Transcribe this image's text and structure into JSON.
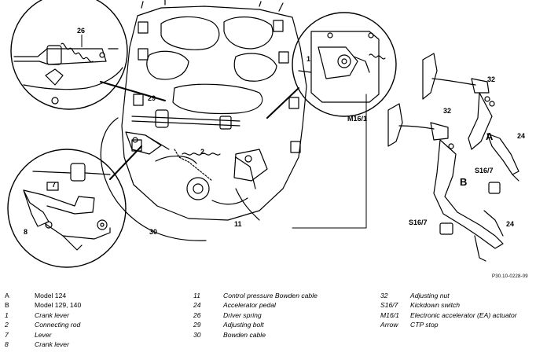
{
  "figure": {
    "callouts": {
      "c26": "26",
      "c1": "1",
      "c29": "29",
      "c2": "2",
      "c7": "7",
      "c8": "8",
      "c30": "30",
      "c11": "11",
      "cM161": "M16/1",
      "c32a": "32",
      "c32b": "32",
      "cA": "A",
      "cB": "B",
      "c24a": "24",
      "c24b": "24",
      "cS167a": "S16/7",
      "cS167b": "S16/7"
    },
    "reference": "P30.10-0228-09"
  },
  "legend": {
    "col1": [
      {
        "key": "A",
        "text": "Model 124"
      },
      {
        "key": "B",
        "text": "Model 129, 140"
      },
      {
        "key": "1",
        "text": "Crank lever"
      },
      {
        "key": "2",
        "text": "Connecting rod"
      },
      {
        "key": "7",
        "text": "Lever"
      },
      {
        "key": "8",
        "text": "Crank lever"
      }
    ],
    "col2": [
      {
        "key": "11",
        "text": "Control pressure Bowden cable"
      },
      {
        "key": "24",
        "text": "Accelerator pedal"
      },
      {
        "key": "26",
        "text": "Driver spring"
      },
      {
        "key": "29",
        "text": "Adjusting bolt"
      },
      {
        "key": "30",
        "text": "Bowden cable"
      }
    ],
    "col3": [
      {
        "key": "32",
        "text": "Adjusting nut"
      },
      {
        "key": "S16/7",
        "text": "Kickdown switch"
      },
      {
        "key": "M16/1",
        "text": "Electronic accelerator (EA) actuator"
      },
      {
        "key": "Arrow",
        "text": "CTP stop"
      }
    ]
  }
}
